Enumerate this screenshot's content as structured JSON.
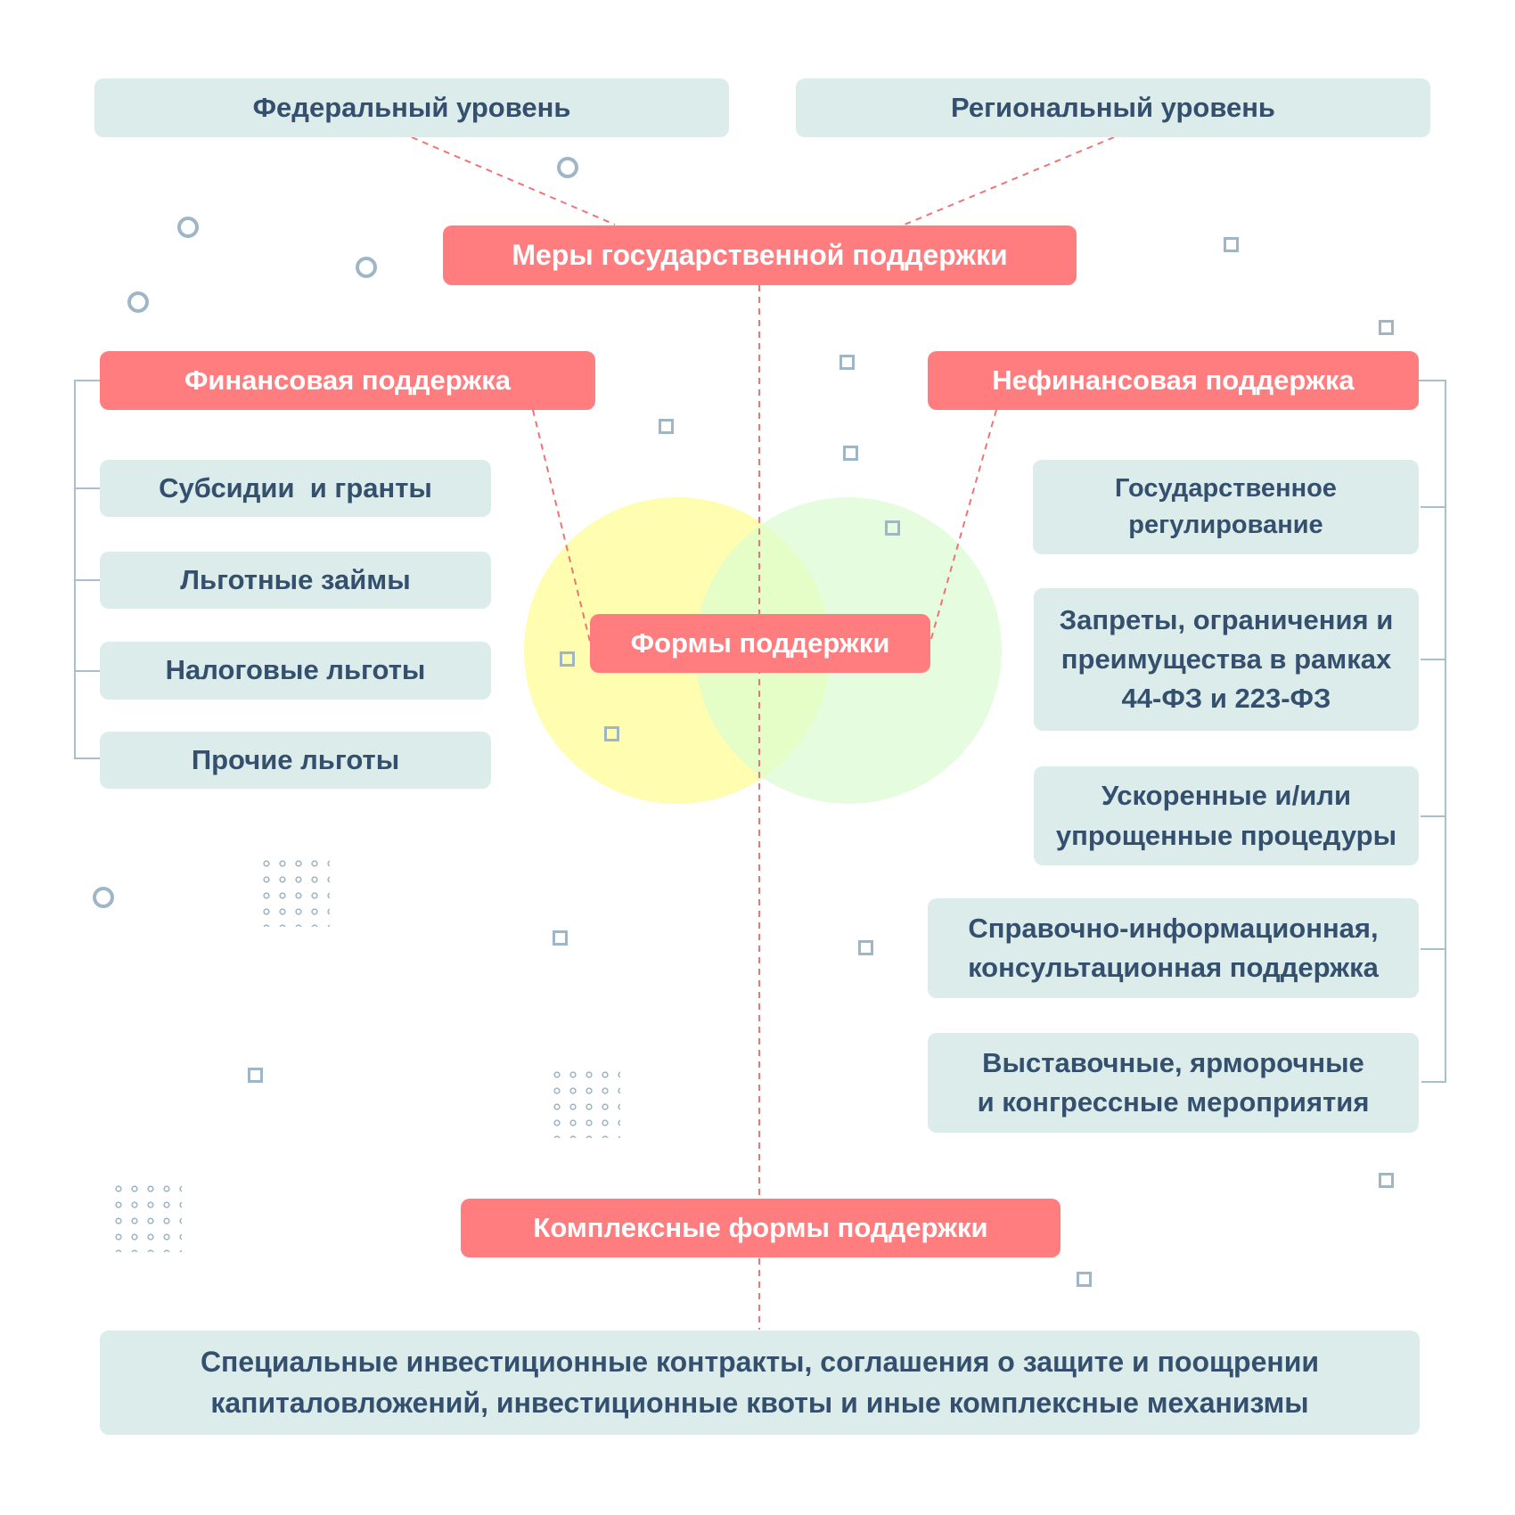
{
  "top": {
    "federal": "Федеральный уровень",
    "regional": "Региональный уровень"
  },
  "root": "Меры государственной поддержки",
  "center": "Формы поддержки",
  "financial": {
    "title": "Финансовая поддержка",
    "items": [
      "Субсидии  и гранты",
      "Льготные займы",
      "Налоговые льготы",
      "Прочие льготы"
    ]
  },
  "nonfinancial": {
    "title": "Нефинансовая поддержка",
    "items": [
      "Государственное\nрегулирование",
      "Запреты, ограничения и\nпреимущества в рамках\n44-ФЗ и 223-ФЗ",
      "Ускоренные и/или\nупрощенные процедуры",
      "Справочно-информационная,\nконсультационная поддержка",
      "Выставочные, ярморочные\nи конгрессные мероприятия"
    ]
  },
  "complex": {
    "title": "Комплексные формы поддержки",
    "description": "Специальные инвестиционные контракты, соглашения о защите и поощрении\nкапиталовложений, инвестиционные квоты и иные комплексные механизмы"
  },
  "colors": {
    "accent_red": "#ff7d7f",
    "box_light": "#dcecea",
    "text_dark": "#34506e",
    "venn_yellow": "#fdfcb0",
    "venn_green": "#e6fddf",
    "connector_dash": "#f07474",
    "bracket_line": "#a9bfcc"
  }
}
